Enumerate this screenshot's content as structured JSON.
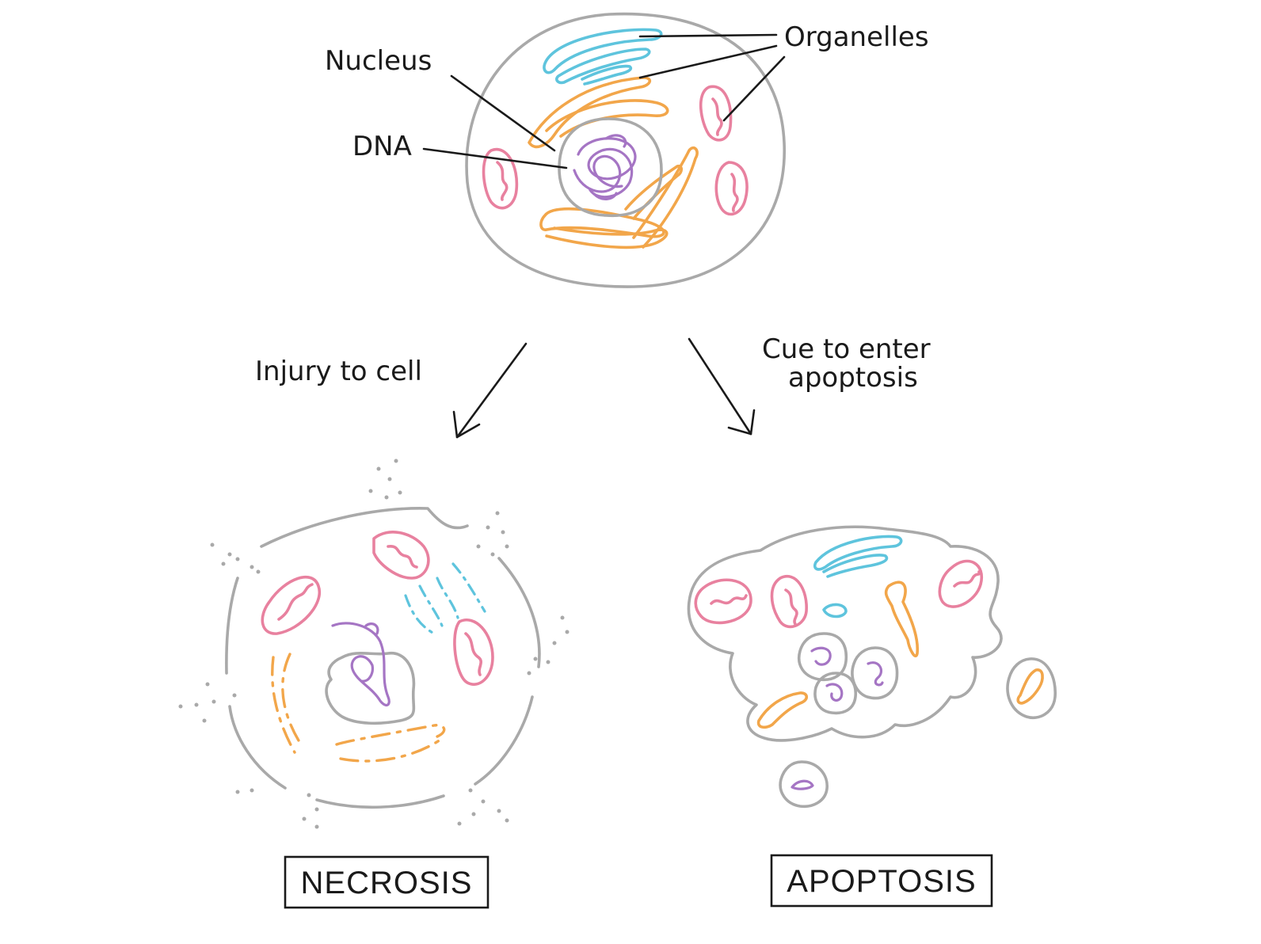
{
  "labels": {
    "nucleus": "Nucleus",
    "dna": "DNA",
    "organelles": "Organelles",
    "injury": "Injury to cell",
    "cue_line1": "Cue to enter",
    "cue_line2": "apoptosis",
    "necrosis": "NECROSIS",
    "apoptosis": "APOPTOSIS"
  },
  "colors": {
    "membrane": "#a9a9a9",
    "golgi": "#5ec4dd",
    "er": "#f2a64a",
    "mitochondria": "#e8819f",
    "dna": "#a575c4",
    "ink": "#1a1a1a"
  }
}
